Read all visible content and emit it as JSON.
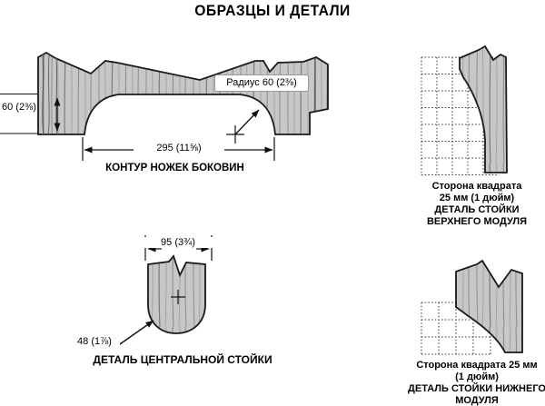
{
  "title": "ОБРАЗЦЫ И ДЕТАЛИ",
  "colors": {
    "background": "#ffffff",
    "wood_fill": "#c7c7c7",
    "wood_grain": "#8a8a8a",
    "outline": "#1a1a1a",
    "text": "#000000"
  },
  "diagrams": {
    "side_legs": {
      "caption": "КОНТУР НОЖЕК БОКОВИН",
      "radius_label": "Радиус 60 (2⅜)",
      "height_dim": "60 (2⅜)",
      "width_dim": "295 (11⅝)"
    },
    "upper_module_post": {
      "caption_line1": "Сторона квадрата",
      "caption_line2": "25 мм (1 дюйм)",
      "caption_line3": "ДЕТАЛЬ СТОЙКИ",
      "caption_line4": "ВЕРХНЕГО МОДУЛЯ"
    },
    "central_post": {
      "caption": "ДЕТАЛЬ ЦЕНТРАЛЬНОЙ СТОЙКИ",
      "width_dim": "95 (3¾)",
      "radius_dim": "48 (1⅞)"
    },
    "lower_module_post": {
      "caption_line1": "Сторона квадрата 25 мм",
      "caption_line2": "(1 дюйм)",
      "caption_line3": "ДЕТАЛЬ СТОЙКИ НИЖНЕГО",
      "caption_line4": "МОДУЛЯ"
    }
  }
}
